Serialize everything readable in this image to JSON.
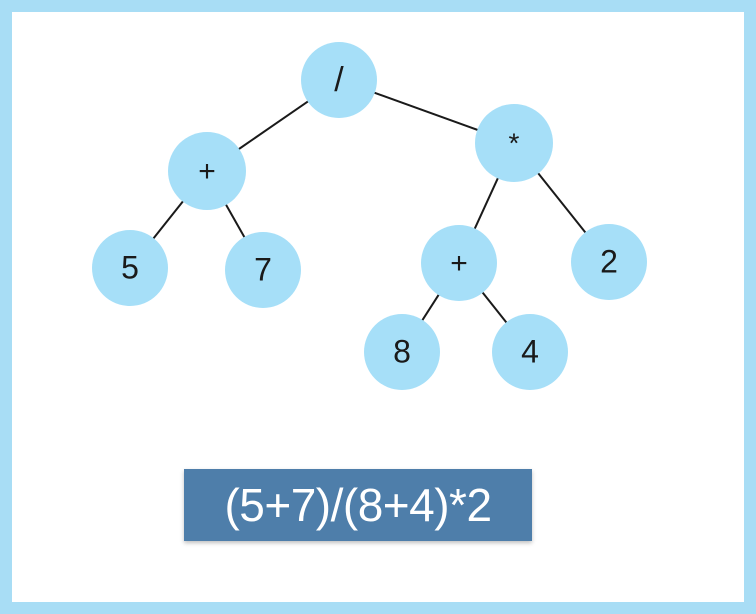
{
  "tree": {
    "nodes": [
      {
        "id": "root",
        "label": "/"
      },
      {
        "id": "plus-left",
        "label": "+"
      },
      {
        "id": "mult",
        "label": "*"
      },
      {
        "id": "five",
        "label": "5"
      },
      {
        "id": "seven",
        "label": "7"
      },
      {
        "id": "plus-inner",
        "label": "+"
      },
      {
        "id": "two",
        "label": "2"
      },
      {
        "id": "eight",
        "label": "8"
      },
      {
        "id": "four",
        "label": "4"
      }
    ],
    "edges": [
      [
        "root",
        "plus-left"
      ],
      [
        "root",
        "mult"
      ],
      [
        "plus-left",
        "five"
      ],
      [
        "plus-left",
        "seven"
      ],
      [
        "mult",
        "plus-inner"
      ],
      [
        "mult",
        "two"
      ],
      [
        "plus-inner",
        "eight"
      ],
      [
        "plus-inner",
        "four"
      ]
    ]
  },
  "expression": "(5+7)/(8+4)*2",
  "colors": {
    "frame": "#a8ddf5",
    "node_fill": "#a6dff8",
    "edge": "#1a1a1a",
    "expression_bg": "#4e7eaa",
    "expression_text": "#ffffff"
  }
}
